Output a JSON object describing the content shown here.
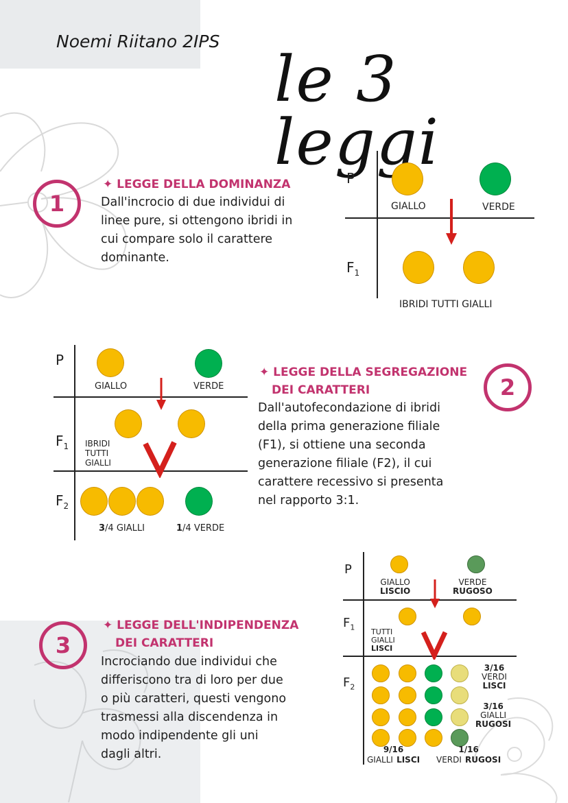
{
  "header": {
    "author": "Noemi Riitano 2IPS",
    "title": "le 3 leggi"
  },
  "law1": {
    "number": "1",
    "title": "✦ LEGGE DELLA DOMINANZA",
    "body": "Dall'incrocio di due individui di linee pure, si ottengono ibridi in cui compare solo il carattere dominante.",
    "body_lines": [
      "Dall'incrocio di due individui di",
      "linee pure, si ottengono ibridi in",
      "cui compare solo il carattere",
      "dominante."
    ],
    "diagram": {
      "p_label": "P",
      "f1_label": "F",
      "f1_sub": "1",
      "giallo": "GIALLO",
      "verde": "VERDE",
      "caption": "IBRIDI TUTTI GIALLI"
    }
  },
  "law2": {
    "number": "2",
    "title_line1": "✦ LEGGE DELLA SEGREGAZIONE",
    "title_line2": "DEI CARATTERI",
    "body_lines": [
      "Dall'autofecondazione di ibridi",
      "della prima generazione filiale",
      "(F1), si ottiene una seconda",
      "generazione filiale (F2), il cui",
      "carattere recessivo si presenta",
      "nel rapporto 3:1."
    ],
    "diagram": {
      "p_label": "P",
      "f1_label": "F",
      "f1_sub": "1",
      "f2_label": "F",
      "f2_sub": "2",
      "giallo": "GIALLO",
      "verde": "VERDE",
      "ibridi": [
        "IBRIDI",
        "TUTTI",
        "GIALLI"
      ],
      "ratio_gialli_num": "3",
      "ratio_gialli_rest": "/4 GIALLI",
      "ratio_verde_num": "1",
      "ratio_verde_rest": "/4 VERDE"
    }
  },
  "law3": {
    "number": "3",
    "title_line1": "✦ LEGGE DELL'INDIPENDENZA",
    "title_line2": "DEI CARATTERI",
    "body_lines": [
      "Incrociando due individui che",
      "differiscono tra di loro per due",
      "o più caratteri, questi vengono",
      "trasmessi alla discendenza in",
      "modo indipendente gli uni",
      "dagli altri."
    ],
    "diagram": {
      "p_label": "P",
      "f1_label": "F",
      "f1_sub": "1",
      "f2_label": "F",
      "f2_sub": "2",
      "giallo": "GIALLO",
      "liscio": "LISCIO",
      "verde": "VERDE",
      "rugoso": "RUGOSO",
      "tutti": [
        "TUTTI",
        "GIALLI",
        "LISCI"
      ],
      "r1": [
        "3/16",
        "VERDI",
        "LISCI"
      ],
      "r2": [
        "3/16",
        "GIALLI",
        "RUGOSI"
      ],
      "b1_num": "9/16",
      "b1_a": "GIALLI",
      "b1_b": "LISCI",
      "b2_num": "1/16",
      "b2_a": "VERDI",
      "b2_b": "RUGOSI"
    }
  },
  "colors": {
    "accent": "#c2336e",
    "yellow": "#f7bb00",
    "green": "#00b050",
    "arrow": "#d4201c"
  }
}
